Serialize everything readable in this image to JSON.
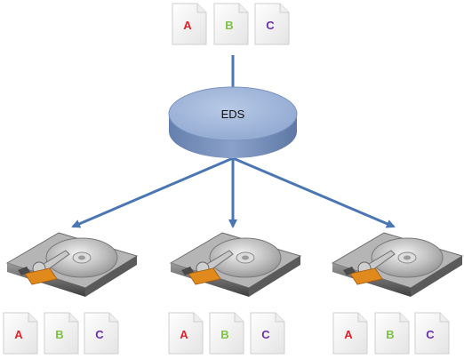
{
  "eds": {
    "label": "EDS"
  },
  "source_docs": [
    {
      "letter": "A",
      "color": "#e0202a"
    },
    {
      "letter": "B",
      "color": "#7cc242"
    },
    {
      "letter": "C",
      "color": "#6a2fb0"
    }
  ],
  "drives": [
    {
      "docs": [
        {
          "letter": "A",
          "color": "#e0202a"
        },
        {
          "letter": "B",
          "color": "#7cc242"
        },
        {
          "letter": "C",
          "color": "#6a2fb0"
        }
      ]
    },
    {
      "docs": [
        {
          "letter": "A",
          "color": "#e0202a"
        },
        {
          "letter": "B",
          "color": "#7cc242"
        },
        {
          "letter": "C",
          "color": "#6a2fb0"
        }
      ]
    },
    {
      "docs": [
        {
          "letter": "A",
          "color": "#e0202a"
        },
        {
          "letter": "B",
          "color": "#7cc242"
        },
        {
          "letter": "C",
          "color": "#6a2fb0"
        }
      ]
    }
  ],
  "colors": {
    "arrow": "#4a77b4",
    "disk_top": "#9db3d6",
    "disk_side": "#6f88b5"
  },
  "icons": {
    "document": "document-icon",
    "hard_drive": "hard-drive-icon"
  }
}
